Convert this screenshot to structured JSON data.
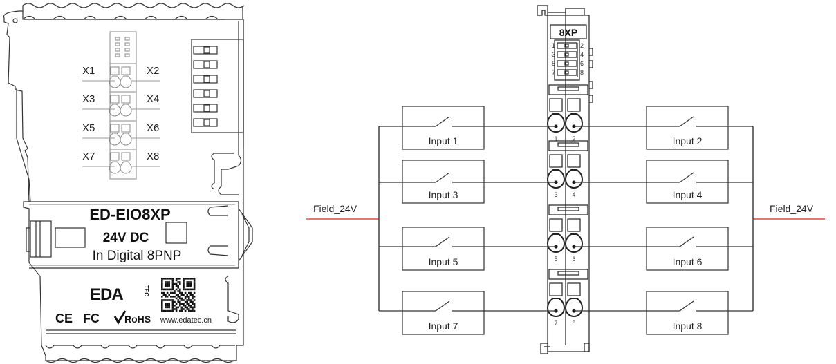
{
  "module_front": {
    "model": "ED-EIO8XP",
    "voltage": "24V DC",
    "description": "In Digital 8PNP",
    "brand": "EDA",
    "brand_suffix": "TEC",
    "website": "www.edatec.cn",
    "certifications": [
      "CE",
      "FC",
      "RoHS"
    ],
    "terminal_labels": [
      "X1",
      "X2",
      "X3",
      "X4",
      "X5",
      "X6",
      "X7",
      "X8"
    ]
  },
  "module_side": {
    "label": "8XP",
    "led_numbers": [
      "1",
      "2",
      "3",
      "4",
      "5",
      "6",
      "7",
      "8"
    ],
    "terminal_numbers": [
      "1",
      "2",
      "3",
      "4",
      "5",
      "6",
      "7",
      "8"
    ]
  },
  "wiring": {
    "supply_left": "Field_24V",
    "supply_right": "Field_24V",
    "supply_color": "#e02020",
    "wire_color": "#333333",
    "inputs_left": [
      "Input 1",
      "Input 3",
      "Input 5",
      "Input 7"
    ],
    "inputs_right": [
      "Input 2",
      "Input 4",
      "Input 6",
      "Input 8"
    ]
  }
}
